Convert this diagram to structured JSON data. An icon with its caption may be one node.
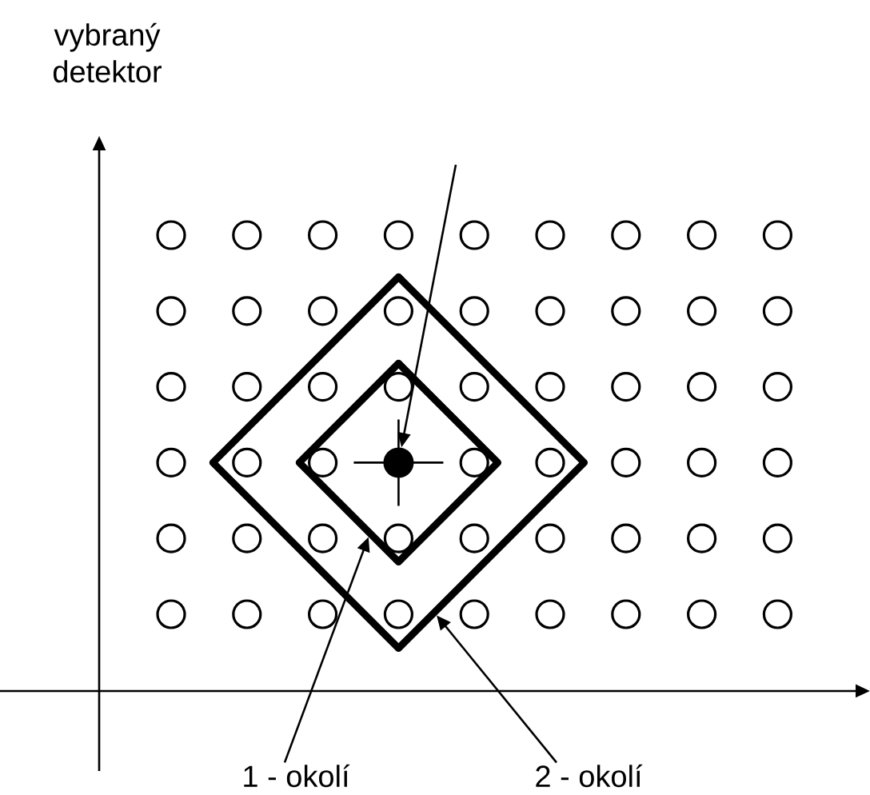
{
  "diagram": {
    "nodes": [
      {
        "text": [],
        "shape": "circle",
        "in": 1
      },
      {
        "text": [],
        "shape": "diamond",
        "in": 2
      },
      {
        "text": [],
        "shape": "diamond"
      },
      {
        "text": [
          "1 - okolí"
        ]
      },
      {
        "text": [
          "2 - okolí"
        ]
      }
    ],
    "edges": [
      {
        "from": null,
        "to": 0,
        "arrow": "to"
      },
      {
        "from": 3,
        "to": 1,
        "arrow": "to"
      },
      {
        "from": 4,
        "to": 2,
        "arrow": "to"
      }
    ],
    "labels": [
      "vybraný detektor"
    ]
  }
}
